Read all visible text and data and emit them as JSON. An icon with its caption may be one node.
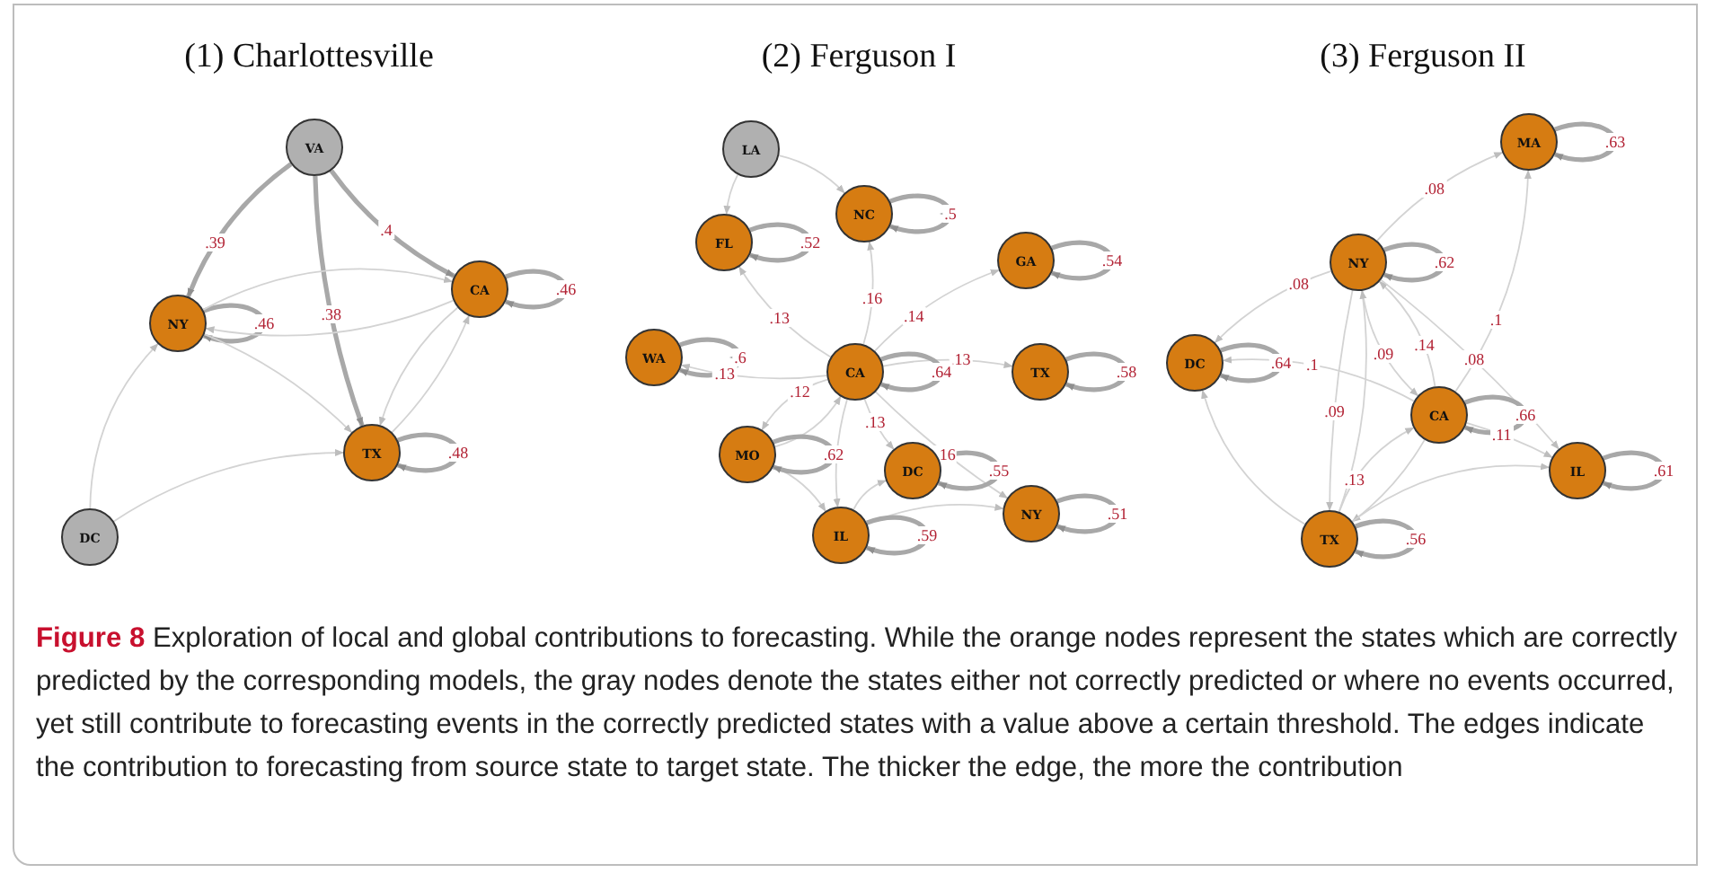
{
  "diagram": {
    "caption": "**Figure 8** Exploration of local and global contributions to forecasting. While the orange nodes represent the states which are correctly predicted by the corresponding models, the gray nodes denote the states either not correctly predicted or where no events occurred, yet still contribute to forecasting events in the correctly predicted states with a value above a certain threshold. The edges indicate the contribution to forecasting from source state to target state. The thicker the edge, the more the contribution",
    "labels": [
      "(1) Charlottesville",
      "(2) Ferguson I",
      "(3) Ferguson II"
    ],
    "nodes": [
      {
        "text": [
          "VA"
        ]
      },
      {
        "text": [
          "NY"
        ]
      },
      {
        "text": [
          "CA"
        ]
      },
      {
        "text": [
          "TX"
        ]
      },
      {
        "text": [
          "DC"
        ]
      },
      {
        "text": [
          "LA"
        ]
      },
      {
        "text": [
          "NC"
        ]
      },
      {
        "text": [
          "FL"
        ]
      },
      {
        "text": [
          "GA"
        ]
      },
      {
        "text": [
          "WA"
        ]
      },
      {
        "text": [
          "CA"
        ]
      },
      {
        "text": [
          "TX"
        ]
      },
      {
        "text": [
          "MO"
        ]
      },
      {
        "text": [
          "DC"
        ]
      },
      {
        "text": [
          "NY"
        ]
      },
      {
        "text": [
          "IL"
        ]
      },
      {
        "text": [
          "MA"
        ]
      },
      {
        "text": [
          "NY"
        ]
      },
      {
        "text": [
          "DC"
        ]
      },
      {
        "text": [
          "CA"
        ]
      },
      {
        "text": [
          "IL"
        ]
      },
      {
        "text": [
          "TX"
        ]
      }
    ],
    "edges": [
      {
        "from": 0,
        "to": 1,
        "arrow": "to",
        "label": ".39",
        "style": "thick",
        "color": "#a8a8a8"
      },
      {
        "from": 0,
        "to": 2,
        "arrow": "to",
        "label": ".4",
        "style": "thick",
        "color": "#a8a8a8"
      },
      {
        "from": 0,
        "to": 3,
        "arrow": "to",
        "label": ".38",
        "style": "thick",
        "color": "#a8a8a8"
      },
      {
        "from": 1,
        "to": 1,
        "arrow": "to",
        "label": ".46",
        "style": "thick",
        "color": "#a8a8a8"
      },
      {
        "from": 2,
        "to": 2,
        "arrow": "to",
        "label": ".46",
        "style": "thick",
        "color": "#a8a8a8"
      },
      {
        "from": 3,
        "to": 3,
        "arrow": "to",
        "label": ".48",
        "style": "thick",
        "color": "#a8a8a8"
      },
      {
        "from": 1,
        "to": 2,
        "arrow": "to"
      },
      {
        "from": 2,
        "to": 1,
        "arrow": "to"
      },
      {
        "from": 1,
        "to": 3,
        "arrow": "to"
      },
      {
        "from": 2,
        "to": 3,
        "arrow": "to"
      },
      {
        "from": 3,
        "to": 2,
        "arrow": "to"
      },
      {
        "from": 4,
        "to": 1,
        "arrow": "to"
      },
      {
        "from": 4,
        "to": 3,
        "arrow": "to"
      },
      {
        "from": 5,
        "to": 7,
        "arrow": "to"
      },
      {
        "from": 5,
        "to": 6,
        "arrow": "to"
      },
      {
        "from": 10,
        "to": 6,
        "arrow": "to",
        "label": ".16"
      },
      {
        "from": 10,
        "to": 7,
        "arrow": "to",
        "label": ".13"
      },
      {
        "from": 10,
        "to": 8,
        "arrow": "to",
        "label": ".14"
      },
      {
        "from": 10,
        "to": 9,
        "arrow": "to",
        "label": ".13"
      },
      {
        "from": 10,
        "to": 11,
        "arrow": "to",
        "label": ".13"
      },
      {
        "from": 10,
        "to": 12,
        "arrow": "to",
        "label": ".12"
      },
      {
        "from": 12,
        "to": 10,
        "arrow": "to"
      },
      {
        "from": 10,
        "to": 13,
        "arrow": "to",
        "label": ".13"
      },
      {
        "from": 10,
        "to": 14,
        "arrow": "to",
        "label": ".16"
      },
      {
        "from": 10,
        "to": 15,
        "arrow": "to"
      },
      {
        "from": 12,
        "to": 15,
        "arrow": "to"
      },
      {
        "from": 15,
        "to": 13,
        "arrow": "to"
      },
      {
        "from": 15,
        "to": 14,
        "arrow": "to"
      },
      {
        "from": 6,
        "to": 6,
        "arrow": "to",
        "label": ".5",
        "style": "thick",
        "color": "#a8a8a8"
      },
      {
        "from": 7,
        "to": 7,
        "arrow": "to",
        "label": ".52",
        "style": "thick",
        "color": "#a8a8a8"
      },
      {
        "from": 8,
        "to": 8,
        "arrow": "to",
        "label": ".54",
        "style": "thick",
        "color": "#a8a8a8"
      },
      {
        "from": 9,
        "to": 9,
        "arrow": "to",
        "label": ".6",
        "style": "thick",
        "color": "#a8a8a8"
      },
      {
        "from": 10,
        "to": 10,
        "arrow": "to",
        "label": ".64",
        "style": "thick",
        "color": "#a8a8a8"
      },
      {
        "from": 11,
        "to": 11,
        "arrow": "to",
        "label": ".58",
        "style": "thick",
        "color": "#a8a8a8"
      },
      {
        "from": 12,
        "to": 12,
        "arrow": "to",
        "label": ".62",
        "style": "thick",
        "color": "#a8a8a8"
      },
      {
        "from": 13,
        "to": 13,
        "arrow": "to",
        "label": ".55",
        "style": "thick",
        "color": "#a8a8a8"
      },
      {
        "from": 14,
        "to": 14,
        "arrow": "to",
        "label": ".51",
        "style": "thick",
        "color": "#a8a8a8"
      },
      {
        "from": 15,
        "to": 15,
        "arrow": "to",
        "label": ".59",
        "style": "thick",
        "color": "#a8a8a8"
      },
      {
        "from": 17,
        "to": 16,
        "arrow": "to",
        "label": ".08"
      },
      {
        "from": 19,
        "to": 16,
        "arrow": "to",
        "label": ".1"
      },
      {
        "from": 17,
        "to": 18,
        "arrow": "to",
        "label": ".08"
      },
      {
        "from": 19,
        "to": 17,
        "arrow": "to",
        "label": ".14"
      },
      {
        "from": 17,
        "to": 19,
        "arrow": "to",
        "label": ".09"
      },
      {
        "from": 17,
        "to": 21,
        "arrow": "to",
        "label": ".09"
      },
      {
        "from": 21,
        "to": 17,
        "arrow": "to"
      },
      {
        "from": 19,
        "to": 18,
        "arrow": "to",
        "label": ".1"
      },
      {
        "from": 17,
        "to": 20,
        "arrow": "to",
        "label": ".08"
      },
      {
        "from": 19,
        "to": 20,
        "arrow": "to",
        "label": ".11"
      },
      {
        "from": 21,
        "to": 19,
        "arrow": "to",
        "label": ".13"
      },
      {
        "from": 19,
        "to": 21,
        "arrow": "to"
      },
      {
        "from": 21,
        "to": 20,
        "arrow": "to"
      },
      {
        "from": 21,
        "to": 18,
        "arrow": "to"
      },
      {
        "from": 16,
        "to": 16,
        "arrow": "to",
        "label": ".63",
        "style": "thick",
        "color": "#a8a8a8"
      },
      {
        "from": 17,
        "to": 17,
        "arrow": "to",
        "label": ".62",
        "style": "thick",
        "color": "#a8a8a8"
      },
      {
        "from": 18,
        "to": 18,
        "arrow": "to",
        "label": ".64",
        "style": "thick",
        "color": "#a8a8a8"
      },
      {
        "from": 19,
        "to": 19,
        "arrow": "to",
        "label": ".66",
        "style": "thick",
        "color": "#a8a8a8"
      },
      {
        "from": 20,
        "to": 20,
        "arrow": "to",
        "label": ".61",
        "style": "thick",
        "color": "#a8a8a8"
      },
      {
        "from": 21,
        "to": 21,
        "arrow": "to",
        "label": ".56",
        "style": "thick",
        "color": "#a8a8a8"
      }
    ]
  }
}
